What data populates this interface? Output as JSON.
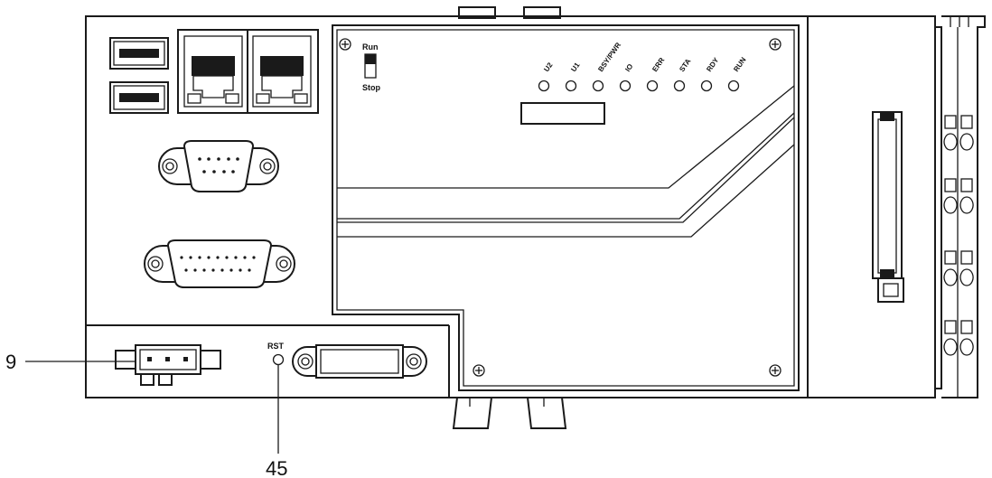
{
  "switch": {
    "top_label": "Run",
    "bottom_label": "Stop"
  },
  "leds": [
    {
      "label": "U2"
    },
    {
      "label": "U1"
    },
    {
      "label": "BSY/PWR"
    },
    {
      "label": "IO"
    },
    {
      "label": "ERR"
    },
    {
      "label": "STA"
    },
    {
      "label": "RDY"
    },
    {
      "label": "RUN"
    }
  ],
  "reset": {
    "label": "RST"
  },
  "callouts": [
    {
      "id": "power-connector",
      "number": "9"
    },
    {
      "id": "reset-button",
      "number": "45"
    }
  ]
}
